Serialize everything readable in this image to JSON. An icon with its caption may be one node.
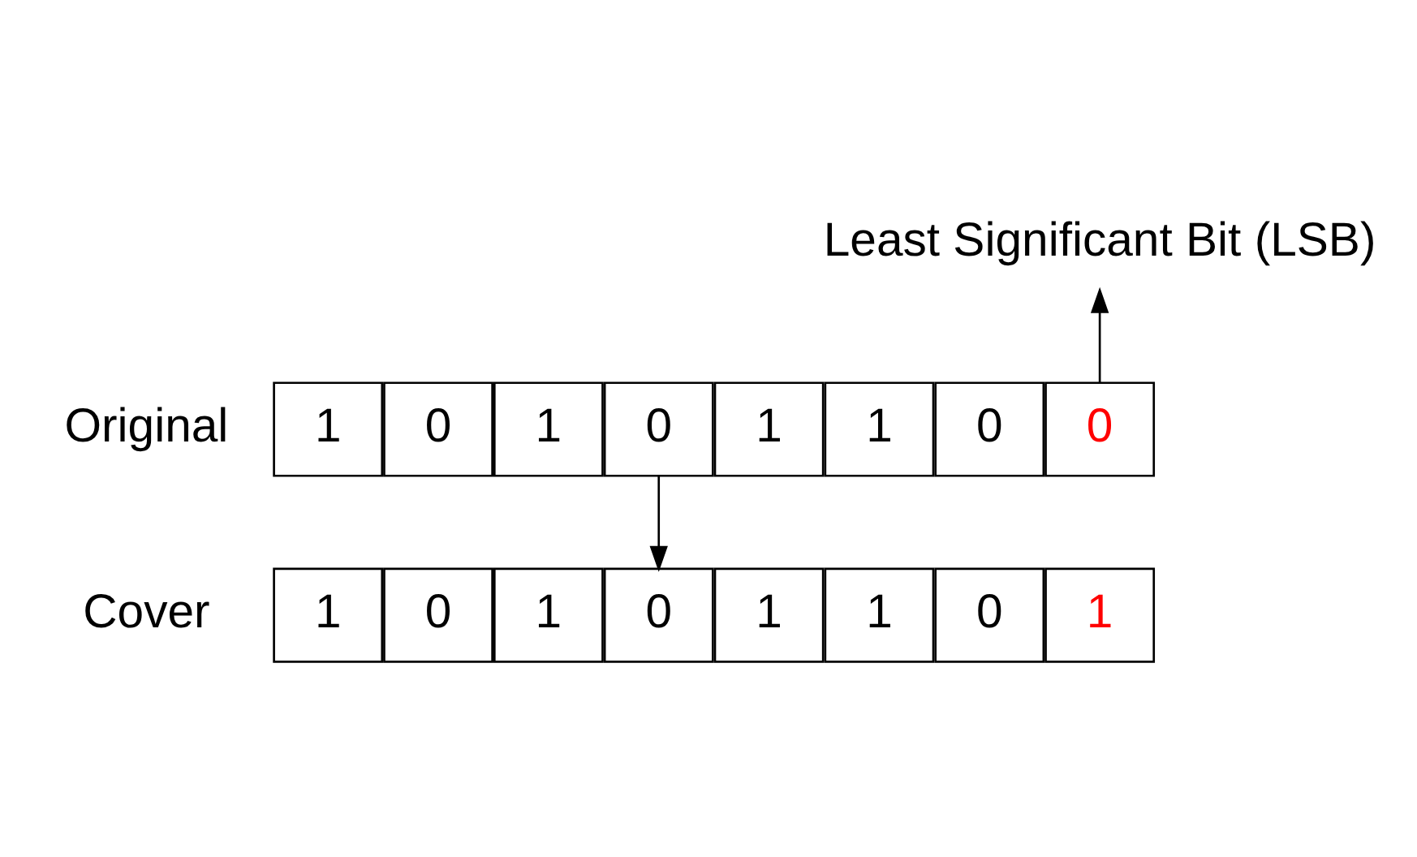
{
  "diagram": {
    "nodes": [
      {
        "text": [
          "Original"
        ]
      },
      {
        "text": [
          "1"
        ]
      },
      {
        "text": [
          "0"
        ]
      },
      {
        "text": [
          "1"
        ]
      },
      {
        "text": [
          "0"
        ]
      },
      {
        "text": [
          "1"
        ]
      },
      {
        "text": [
          "1"
        ]
      },
      {
        "text": [
          "0"
        ]
      },
      {
        "text": [
          "0"
        ]
      },
      {
        "text": [
          "Cover"
        ]
      },
      {
        "text": [
          "1"
        ]
      },
      {
        "text": [
          "0"
        ]
      },
      {
        "text": [
          "1"
        ]
      },
      {
        "text": [
          "0"
        ]
      },
      {
        "text": [
          "1"
        ]
      },
      {
        "text": [
          "1"
        ]
      },
      {
        "text": [
          "0"
        ]
      },
      {
        "text": [
          "1"
        ]
      },
      {
        "text": [
          "Least Significant Bit (LSB)"
        ]
      }
    ],
    "edges": [
      {
        "from": 8,
        "to": 18,
        "arrow": "to"
      },
      {
        "from": 4,
        "to": 13,
        "arrow": "to"
      }
    ]
  }
}
